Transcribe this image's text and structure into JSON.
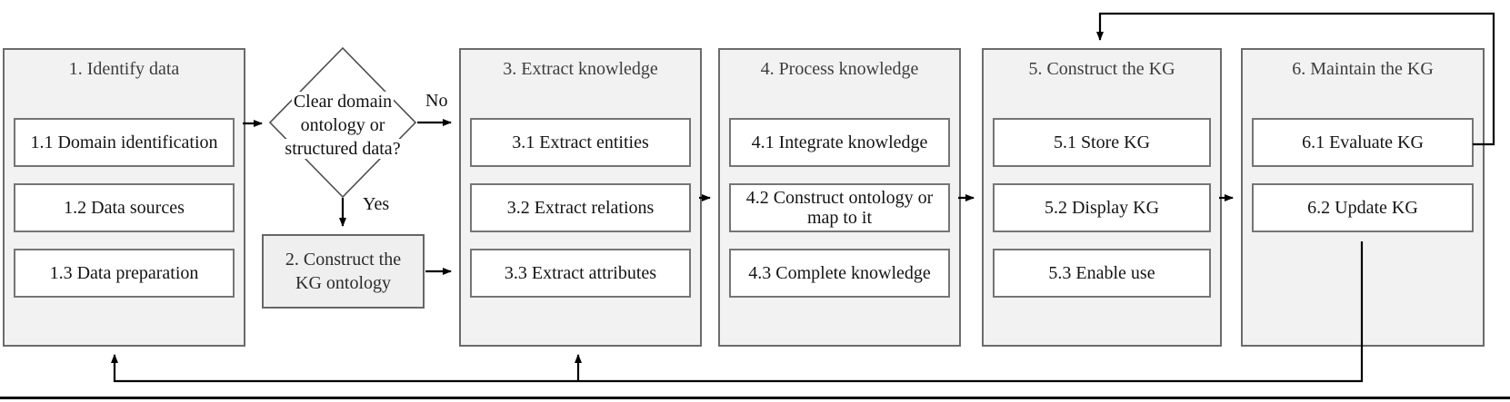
{
  "diagram": {
    "stages": [
      {
        "title": "1. Identify data",
        "items": [
          "1.1 Domain identification",
          "1.2 Data sources",
          "1.3 Data preparation"
        ]
      },
      {
        "title": "3. Extract knowledge",
        "items": [
          "3.1 Extract entities",
          "3.2 Extract relations",
          "3.3 Extract attributes"
        ]
      },
      {
        "title": "4. Process knowledge",
        "items": [
          "4.1 Integrate knowledge",
          "4.2 Construct ontology or map to it",
          "4.3 Complete knowledge"
        ]
      },
      {
        "title": "5. Construct the KG",
        "items": [
          "5.1 Store KG",
          "5.2 Display KG",
          "5.3 Enable use"
        ]
      },
      {
        "title": "6. Maintain the KG",
        "items": [
          "6.1 Evaluate KG",
          "6.2 Update KG"
        ]
      }
    ],
    "decision": {
      "label_lines": [
        "Clear domain",
        "ontology or",
        "structured data?"
      ],
      "no_label": "No",
      "yes_label": "Yes"
    },
    "ontology_box": {
      "label_lines": [
        "2. Construct the",
        "KG ontology"
      ]
    },
    "colors": {
      "stage_fill": "#f2f2f2",
      "stage_border": "#6b6b6b",
      "step_fill": "#ffffff",
      "step_border": "#757575",
      "connector": "#000000",
      "diamond_stroke": "#4d4d4d"
    }
  }
}
